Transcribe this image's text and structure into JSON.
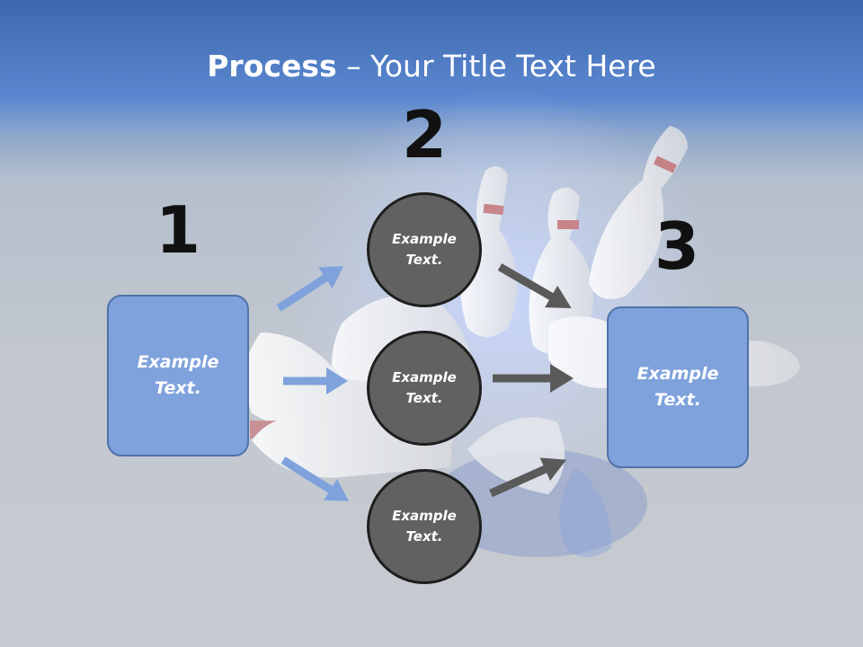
{
  "title": {
    "bold": "Process",
    "rest": " – Your Title Text Here"
  },
  "steps": [
    {
      "number": "1",
      "text": "Example\nText."
    },
    {
      "number": "2",
      "items": [
        "Example\nText.",
        "Example\nText.",
        "Example\nText."
      ]
    },
    {
      "number": "3",
      "text": "Example\nText."
    }
  ],
  "colors": {
    "box_fill": "#7fa2dc",
    "box_border": "#4f72a8",
    "circle_fill": "#616161",
    "circle_border": "#1e1e1e",
    "arrow_blue": "#7fa2dc",
    "arrow_gray": "#5a5a5a",
    "header_blue": "#4a78c2"
  }
}
